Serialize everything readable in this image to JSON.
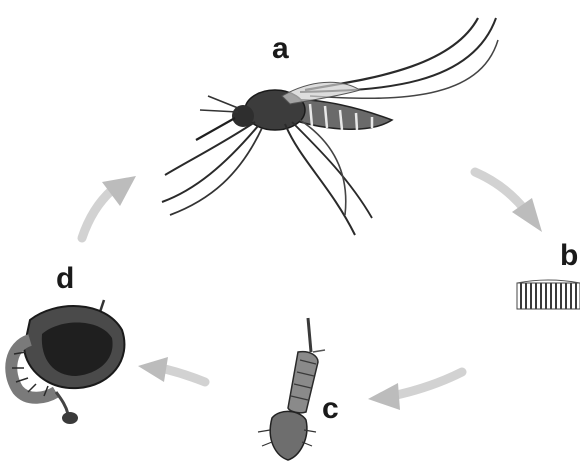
{
  "diagram": {
    "type": "life-cycle",
    "stages": [
      {
        "id": "a",
        "label": "a",
        "depicts": "adult mosquito"
      },
      {
        "id": "b",
        "label": "b",
        "depicts": "eggs"
      },
      {
        "id": "c",
        "label": "c",
        "depicts": "larva"
      },
      {
        "id": "d",
        "label": "d",
        "depicts": "pupa"
      }
    ],
    "cycle_order": [
      "a",
      "b",
      "c",
      "d"
    ],
    "colors": {
      "arrow": "#c8c8c8",
      "ink": "#1a1a1a",
      "body_shade": "#5a5a5a",
      "background": "#ffffff"
    }
  }
}
